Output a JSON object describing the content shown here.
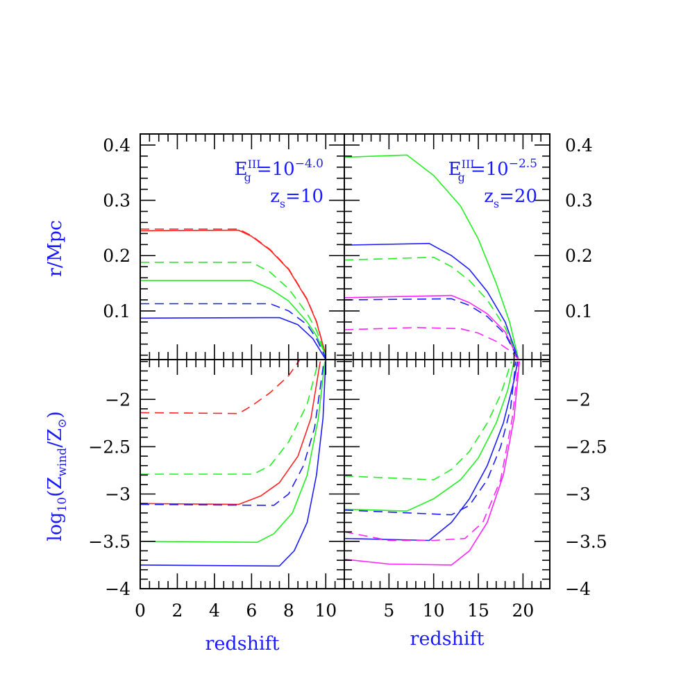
{
  "figure": {
    "ylabel_top": "r/Mpc",
    "ylabel_bottom_main": "log",
    "ylabel_bottom_sub": "10",
    "ylabel_bottom_paren": "(Z",
    "ylabel_bottom_wind": "wind",
    "ylabel_bottom_slash": "/Z",
    "ylabel_bottom_sun": "⊙",
    "ylabel_bottom_close": ")",
    "xlabel_left": "redshift",
    "xlabel_right": "redshift",
    "left_annotation": {
      "E": "E",
      "sup": "III",
      "sub": "g",
      "eq": "=10",
      "exp": "−4.0",
      "z": "z",
      "zsub": "s",
      "zeq": "=10"
    },
    "right_annotation": {
      "E": "E",
      "sup": "III",
      "sub": "g",
      "eq": "=10",
      "exp": "−2.5",
      "z": "z",
      "zsub": "s",
      "zeq": "=20"
    },
    "colors": {
      "red": "#ff2020",
      "green": "#22ee22",
      "blue": "#1a1aff",
      "magenta": "#ff22ff",
      "label": "#1a1aff"
    }
  },
  "chart_data": [
    {
      "type": "line",
      "panel": "top-left",
      "title": "E_g^III=10^-4.0, z_s=10",
      "xlabel": "",
      "ylabel": "r/Mpc",
      "xlim": [
        0,
        11
      ],
      "ylim": [
        0.012,
        0.42
      ],
      "yticks": [
        0.1,
        0.2,
        0.3,
        0.4
      ],
      "series": [
        {
          "name": "red solid",
          "color": "red",
          "dash": false,
          "x": [
            0,
            5.3,
            6,
            7,
            8,
            9,
            9.5,
            10
          ],
          "y": [
            0.245,
            0.246,
            0.235,
            0.21,
            0.175,
            0.12,
            0.08,
            0.02
          ]
        },
        {
          "name": "red dashed",
          "color": "red",
          "dash": true,
          "x": [
            0,
            5.3,
            6,
            7,
            8,
            9,
            9.5,
            10
          ],
          "y": [
            0.248,
            0.248,
            0.236,
            0.211,
            0.176,
            0.121,
            0.081,
            0.02
          ]
        },
        {
          "name": "green dashed",
          "color": "green",
          "dash": true,
          "x": [
            0,
            6,
            7,
            8,
            9,
            9.5,
            10
          ],
          "y": [
            0.188,
            0.188,
            0.17,
            0.14,
            0.095,
            0.065,
            0.02
          ]
        },
        {
          "name": "green solid",
          "color": "green",
          "dash": false,
          "x": [
            0,
            6,
            7,
            8,
            9,
            9.5,
            10
          ],
          "y": [
            0.155,
            0.155,
            0.14,
            0.118,
            0.08,
            0.055,
            0.02
          ]
        },
        {
          "name": "blue dashed",
          "color": "blue",
          "dash": true,
          "x": [
            0,
            7,
            8,
            9,
            9.5,
            10
          ],
          "y": [
            0.113,
            0.113,
            0.1,
            0.075,
            0.05,
            0.015
          ]
        },
        {
          "name": "blue solid",
          "color": "blue",
          "dash": false,
          "x": [
            0,
            7.5,
            8.5,
            9.3,
            10
          ],
          "y": [
            0.087,
            0.088,
            0.075,
            0.05,
            0.012
          ]
        }
      ]
    },
    {
      "type": "line",
      "panel": "top-right",
      "title": "E_g^III=10^-2.5, z_s=20",
      "xlabel": "",
      "ylabel": "r/Mpc",
      "xlim": [
        0,
        23
      ],
      "ylim": [
        0.012,
        0.42
      ],
      "yticks": [
        0.1,
        0.2,
        0.3,
        0.4
      ],
      "series": [
        {
          "name": "green solid",
          "color": "green",
          "dash": false,
          "x": [
            0,
            7,
            10,
            13,
            15,
            17,
            18.5,
            19.5
          ],
          "y": [
            0.378,
            0.382,
            0.345,
            0.29,
            0.23,
            0.15,
            0.08,
            0.012
          ]
        },
        {
          "name": "blue solid",
          "color": "blue",
          "dash": false,
          "x": [
            0,
            9.5,
            12,
            14,
            16,
            18,
            19.5
          ],
          "y": [
            0.219,
            0.222,
            0.2,
            0.175,
            0.135,
            0.08,
            0.012
          ]
        },
        {
          "name": "green dashed",
          "color": "green",
          "dash": true,
          "x": [
            0,
            10,
            12,
            14,
            16,
            18,
            19.5
          ],
          "y": [
            0.192,
            0.197,
            0.18,
            0.155,
            0.12,
            0.07,
            0.012
          ]
        },
        {
          "name": "magenta solid",
          "color": "magenta",
          "dash": false,
          "x": [
            0,
            12,
            14,
            16,
            18,
            19.5
          ],
          "y": [
            0.124,
            0.128,
            0.115,
            0.095,
            0.062,
            0.012
          ]
        },
        {
          "name": "blue dashed",
          "color": "blue",
          "dash": true,
          "x": [
            0,
            12,
            14,
            16,
            18,
            19.5
          ],
          "y": [
            0.12,
            0.122,
            0.11,
            0.09,
            0.058,
            0.012
          ]
        },
        {
          "name": "magenta dashed",
          "color": "magenta",
          "dash": true,
          "x": [
            0,
            8,
            13,
            15,
            17,
            18.8,
            19.5
          ],
          "y": [
            0.066,
            0.07,
            0.068,
            0.06,
            0.045,
            0.025,
            0.012
          ]
        }
      ]
    },
    {
      "type": "line",
      "panel": "bottom-left",
      "xlabel": "redshift",
      "ylabel": "log10(Z_wind/Z_sun)",
      "xlim": [
        0,
        11
      ],
      "ylim": [
        -4,
        -1.58
      ],
      "xticks": [
        0,
        2,
        4,
        6,
        8,
        10
      ],
      "yticks": [
        -2,
        -2.5,
        -3,
        -3.5,
        -4
      ],
      "series": [
        {
          "name": "red dashed",
          "color": "red",
          "dash": true,
          "x": [
            0,
            5.3,
            6,
            7,
            8,
            8.6
          ],
          "y": [
            -2.14,
            -2.15,
            -2.07,
            -1.93,
            -1.75,
            -1.58
          ]
        },
        {
          "name": "green dashed",
          "color": "green",
          "dash": true,
          "x": [
            0,
            6.1,
            7,
            8,
            9,
            9.6
          ],
          "y": [
            -2.79,
            -2.79,
            -2.7,
            -2.45,
            -2.05,
            -1.6
          ]
        },
        {
          "name": "red solid",
          "color": "red",
          "dash": false,
          "x": [
            0,
            5.3,
            6.5,
            7.5,
            8.5,
            9.2,
            9.7
          ],
          "y": [
            -3.1,
            -3.11,
            -3.02,
            -2.88,
            -2.6,
            -2.2,
            -1.6
          ]
        },
        {
          "name": "blue dashed",
          "color": "blue",
          "dash": true,
          "x": [
            0,
            7.2,
            8,
            8.8,
            9.4,
            9.9
          ],
          "y": [
            -3.11,
            -3.12,
            -3.0,
            -2.7,
            -2.3,
            -1.6
          ]
        },
        {
          "name": "green solid",
          "color": "green",
          "dash": false,
          "x": [
            0,
            6.3,
            7.2,
            8.2,
            9.0,
            9.6,
            9.95
          ],
          "y": [
            -3.5,
            -3.51,
            -3.42,
            -3.2,
            -2.8,
            -2.2,
            -1.6
          ]
        },
        {
          "name": "blue solid",
          "color": "blue",
          "dash": false,
          "x": [
            0,
            7.5,
            8.3,
            9.0,
            9.5,
            9.85,
            10.0
          ],
          "y": [
            -3.75,
            -3.76,
            -3.6,
            -3.3,
            -2.8,
            -2.2,
            -1.58
          ]
        }
      ]
    },
    {
      "type": "line",
      "panel": "bottom-right",
      "xlabel": "redshift",
      "ylabel": "log10(Z_wind/Z_sun)",
      "xlim": [
        0,
        23
      ],
      "ylim": [
        -4,
        -1.58
      ],
      "xticks": [
        5,
        10,
        15,
        20
      ],
      "yticks": [
        -2,
        -2.5,
        -3,
        -3.5,
        -4
      ],
      "series": [
        {
          "name": "green dashed",
          "color": "green",
          "dash": true,
          "x": [
            0,
            10,
            12,
            14,
            16,
            17.5,
            18.7
          ],
          "y": [
            -2.81,
            -2.85,
            -2.74,
            -2.55,
            -2.25,
            -1.95,
            -1.6
          ]
        },
        {
          "name": "green solid",
          "color": "green",
          "dash": false,
          "x": [
            0,
            7,
            10,
            13,
            15,
            17,
            18.3,
            19.0
          ],
          "y": [
            -3.16,
            -3.18,
            -3.05,
            -2.85,
            -2.62,
            -2.25,
            -1.9,
            -1.6
          ]
        },
        {
          "name": "blue dashed",
          "color": "blue",
          "dash": true,
          "x": [
            0,
            12,
            14,
            16,
            17.5,
            18.6,
            19.2
          ],
          "y": [
            -3.17,
            -3.22,
            -3.12,
            -2.85,
            -2.5,
            -2.1,
            -1.6
          ]
        },
        {
          "name": "blue solid",
          "color": "blue",
          "dash": false,
          "x": [
            0,
            9.5,
            12,
            14,
            16,
            17.8,
            19.0,
            19.4
          ],
          "y": [
            -3.47,
            -3.49,
            -3.3,
            -3.05,
            -2.7,
            -2.25,
            -1.8,
            -1.6
          ]
        },
        {
          "name": "magenta dashed",
          "color": "magenta",
          "dash": true,
          "x": [
            0,
            5,
            10,
            13.5,
            15.5,
            17.5,
            18.8,
            19.5
          ],
          "y": [
            -3.4,
            -3.49,
            -3.49,
            -3.47,
            -3.3,
            -2.85,
            -2.2,
            -1.6
          ]
        },
        {
          "name": "magenta solid",
          "color": "magenta",
          "dash": false,
          "x": [
            0,
            5,
            12,
            14,
            16,
            17.8,
            19.0,
            19.6
          ],
          "y": [
            -3.69,
            -3.74,
            -3.75,
            -3.6,
            -3.3,
            -2.8,
            -2.2,
            -1.6
          ]
        }
      ]
    }
  ]
}
